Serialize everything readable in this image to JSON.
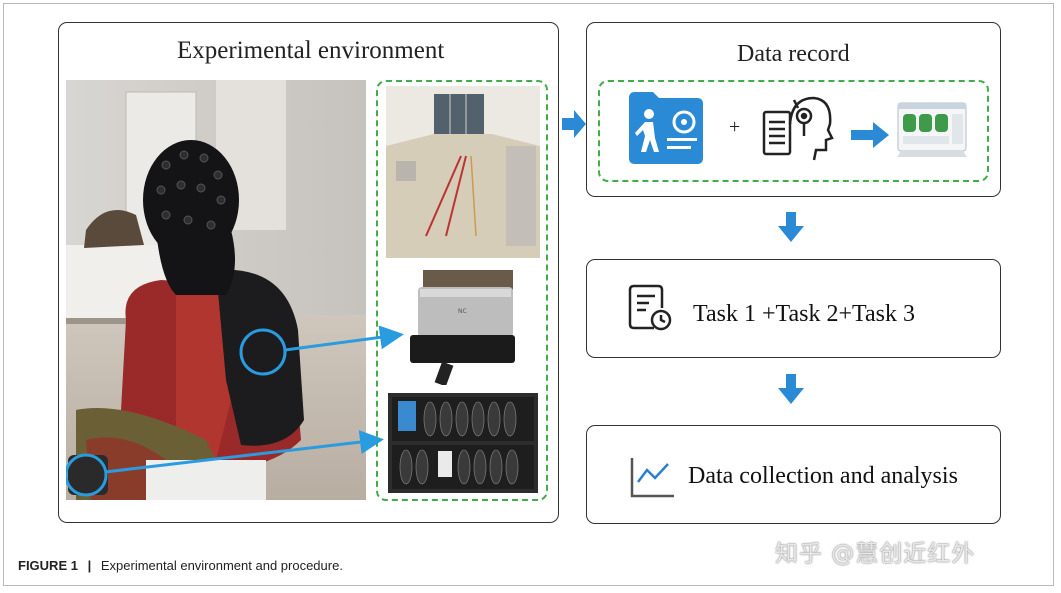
{
  "panels": {
    "environment": {
      "title": "Experimental environment"
    },
    "record": {
      "title": "Data record",
      "plus": "+"
    },
    "tasks": {
      "text": "Task 1 +Task 2+Task 3"
    },
    "analysis": {
      "text": "Data collection and analysis"
    }
  },
  "caption": {
    "label": "FIGURE 1",
    "separator": "|",
    "text": "Experimental environment and procedure."
  },
  "watermark": "知乎 @慧创近红外",
  "icons": [
    "walking-person-id-card-icon",
    "document-head-icon",
    "arrow-right-icon",
    "software-window-icon",
    "task-document-clock-icon",
    "line-chart-icon",
    "arrow-down-icon"
  ],
  "colors": {
    "accent_blue": "#2a8ad6",
    "dash_green": "#3fae49",
    "pointer_blue": "#2b9be0"
  }
}
